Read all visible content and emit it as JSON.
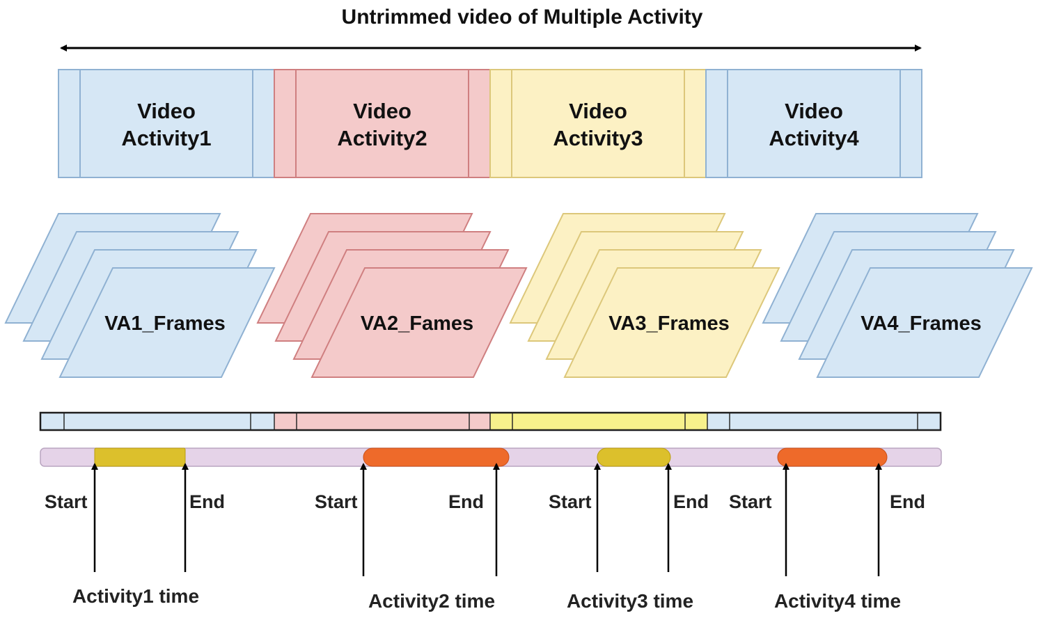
{
  "title": "Untrimmed video of Multiple Activity",
  "segments": [
    {
      "line1": "Video",
      "line2": "Activity1",
      "fill": "#d6e7f5",
      "stroke": "#8fb1d2"
    },
    {
      "line1": "Video",
      "line2": "Activity2",
      "fill": "#f4caca",
      "stroke": "#cf7f80"
    },
    {
      "line1": "Video",
      "line2": "Activity3",
      "fill": "#fcf1c4",
      "stroke": "#dcc77a"
    },
    {
      "line1": "Video",
      "line2": "Activity4",
      "fill": "#d6e7f5",
      "stroke": "#8fb1d2"
    }
  ],
  "frames": [
    {
      "label": "VA1_Frames",
      "fill": "#d6e7f5",
      "stroke": "#8fb1d2"
    },
    {
      "label": "VA2_Fames",
      "fill": "#f4caca",
      "stroke": "#cf7f80"
    },
    {
      "label": "VA3_Frames",
      "fill": "#fcf1c4",
      "stroke": "#dcc77a"
    },
    {
      "label": "VA4_Frames",
      "fill": "#d6e7f5",
      "stroke": "#8fb1d2"
    }
  ],
  "timeline_colors": {
    "strip": [
      "#d6e7f5",
      "#f4caca",
      "#f7f18c",
      "#d6e7f5"
    ],
    "track": "#e5d3e8",
    "activity_bars": [
      "#dcc02c",
      "#ee6a2a",
      "#dcc02c",
      "#ee6a2a"
    ]
  },
  "markers": {
    "start": "Start",
    "end": "End"
  },
  "activities": [
    {
      "time_label": "Activity1 time"
    },
    {
      "time_label": "Activity2 time"
    },
    {
      "time_label": "Activity3 time"
    },
    {
      "time_label": "Activity4 time"
    }
  ]
}
